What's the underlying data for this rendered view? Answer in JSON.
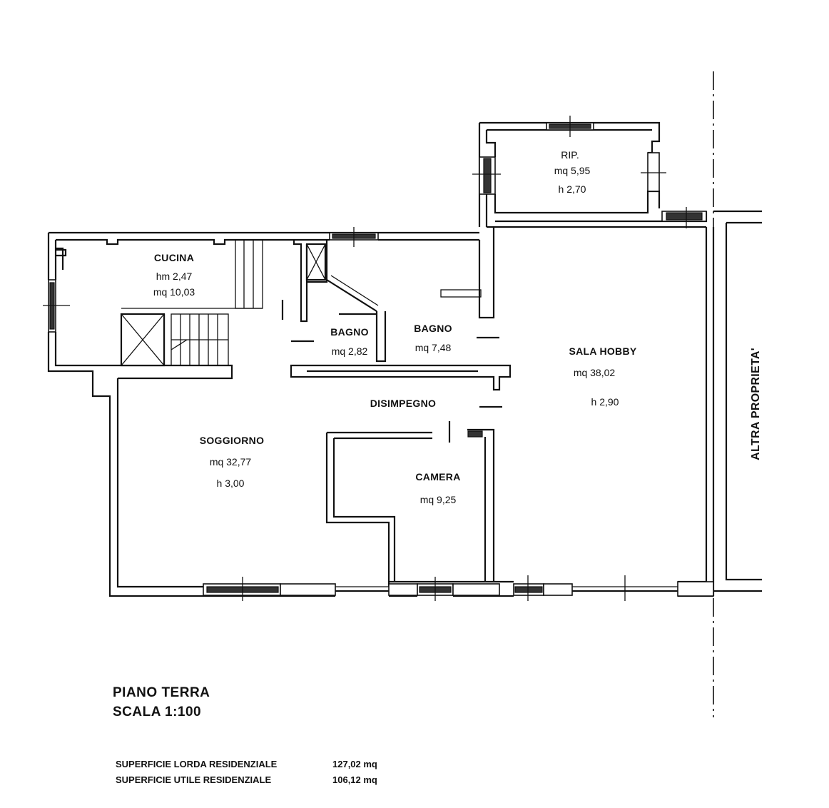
{
  "rooms": {
    "rip": {
      "name": "RIP.",
      "area": "mq 5,95",
      "height": "h 2,70"
    },
    "cucina": {
      "name": "CUCINA",
      "height": "hm 2,47",
      "area": "mq 10,03"
    },
    "bagno_small": {
      "name": "BAGNO",
      "area": "mq 2,82"
    },
    "bagno_large": {
      "name": "BAGNO",
      "area": "mq 7,48"
    },
    "sala_hobby": {
      "name": "SALA HOBBY",
      "area": "mq 38,02",
      "height": "h 2,90"
    },
    "disimpegno": {
      "name": "DISIMPEGNO"
    },
    "soggiorno": {
      "name": "SOGGIORNO",
      "area": "mq 32,77",
      "height": "h 3,00"
    },
    "camera": {
      "name": "CAMERA",
      "area": "mq 9,25"
    }
  },
  "boundary_label": "ALTRA PROPRIETA'",
  "title": {
    "floor": "PIANO TERRA",
    "scale": "SCALA 1:100"
  },
  "surfaces": {
    "lorda_label": "SUPERFICIE LORDA RESIDENZIALE",
    "lorda_value": "127,02 mq",
    "utile_label": "SUPERFICIE UTILE RESIDENZIALE",
    "utile_value": "106,12 mq"
  }
}
